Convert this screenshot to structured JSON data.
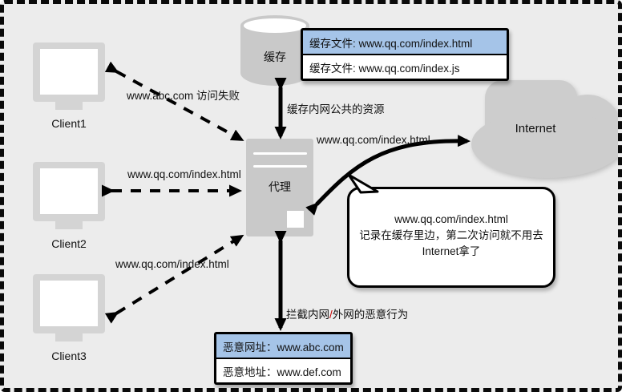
{
  "colors": {
    "background": "#ececec",
    "shape_gray": "#c9c9c9",
    "cloud_gray": "#cdcdcd",
    "highlight_blue": "#a5c4e8",
    "slash_red": "#c40000",
    "arrow_black": "#000000"
  },
  "clients": [
    {
      "label": "Client1"
    },
    {
      "label": "Client2"
    },
    {
      "label": "Client3"
    }
  ],
  "cache": {
    "label": "缓存"
  },
  "proxy": {
    "label": "代理"
  },
  "internet": {
    "label": "Internet"
  },
  "cache_file_box": {
    "rows": [
      {
        "text": "缓存文件: www.qq.com/index.html"
      },
      {
        "text": "缓存文件: www.qq.com/index.js"
      }
    ]
  },
  "malicious_box": {
    "rows": [
      {
        "text": "恶意网址：www.abc.com"
      },
      {
        "text": "恶意地址：www.def.com"
      }
    ]
  },
  "edge_labels": {
    "client1_proxy": "www.abc.com 访问失败",
    "client2_proxy": "www.qq.com/index.html",
    "client3_proxy": "www.qq.com/index.html",
    "proxy_internet": "www.qq.com/index.html",
    "cache_proxy": "缓存内网公共的资源",
    "filter_prefix": "拦截内网",
    "filter_slash": "/",
    "filter_suffix": "外网的恶意行为"
  },
  "speech_bubble": {
    "line1": "www.qq.com/index.html",
    "line2": "记录在缓存里边，第二次访问就不用去",
    "line3": "Internet拿了"
  }
}
